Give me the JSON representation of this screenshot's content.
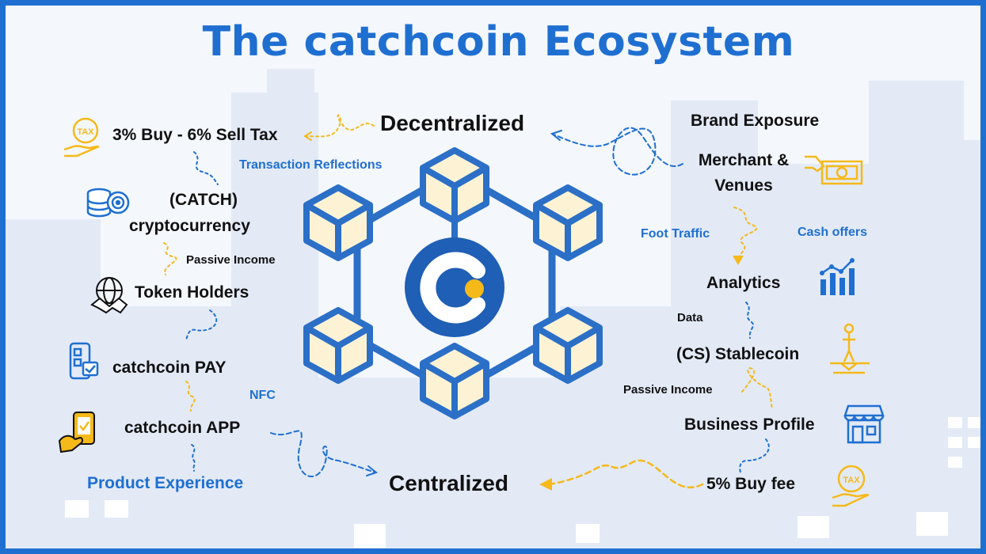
{
  "title": "The catchcoin Ecosystem",
  "colors": {
    "primary_blue": "#1f6fd1",
    "accent_yellow": "#f5b919",
    "frame_blue": "#1f6fd1"
  },
  "hub": {
    "icon": "catchcoin-logo-icon"
  },
  "top_node": "Decentralized",
  "bottom_node": "Centralized",
  "left_column": {
    "tax_label": "3% Buy - 6% Sell  Tax",
    "reflections_label": "Transaction Reflections",
    "catch_label_line1": "(CATCH)",
    "catch_label_line2": "cryptocurrency",
    "passive_income_label": "Passive Income",
    "token_holders_label": "Token Holders",
    "pay_label": "catchcoin PAY",
    "nfc_label": "NFC",
    "app_label": "catchcoin APP",
    "product_experience_label": "Product Experience"
  },
  "right_column": {
    "brand_exposure_label": "Brand Exposure",
    "merchant_line1": "Merchant &",
    "merchant_line2": "Venues",
    "foot_traffic_label": "Foot Traffic",
    "cash_offers_label": "Cash offers",
    "analytics_label": "Analytics",
    "data_label": "Data",
    "stablecoin_label": "(CS) Stablecoin",
    "passive_income_label": "Passive Income",
    "business_profile_label": "Business Profile",
    "buy_fee_label": "5% Buy fee"
  },
  "icons": {
    "tax_left": "tax-hand-icon",
    "coins": "coin-stack-icon",
    "globe_handshake": "globe-handshake-icon",
    "phone_pay": "phone-payment-icon",
    "phone_app": "phone-app-icon",
    "money_hand": "money-hand-icon",
    "bar_chart": "bar-chart-icon",
    "balance": "balance-person-icon",
    "storefront": "storefront-icon",
    "tax_right": "tax-hand-icon"
  }
}
